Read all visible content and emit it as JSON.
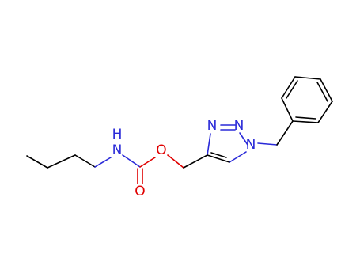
{
  "molecule": {
    "atoms": {
      "n_carbamate": {
        "symbol": "N",
        "color": "#2a2ad8"
      },
      "h_carbamate": {
        "symbol": "H",
        "color": "#2a2ad8"
      },
      "o_carbonyl": {
        "symbol": "O",
        "color": "#e00000"
      },
      "o_ester": {
        "symbol": "O",
        "color": "#e00000"
      },
      "n_triazole_1": {
        "symbol": "N",
        "color": "#2a2ad8"
      },
      "n_triazole_2": {
        "symbol": "N",
        "color": "#2a2ad8"
      },
      "n_triazole_3": {
        "symbol": "N",
        "color": "#2a2ad8"
      }
    }
  }
}
